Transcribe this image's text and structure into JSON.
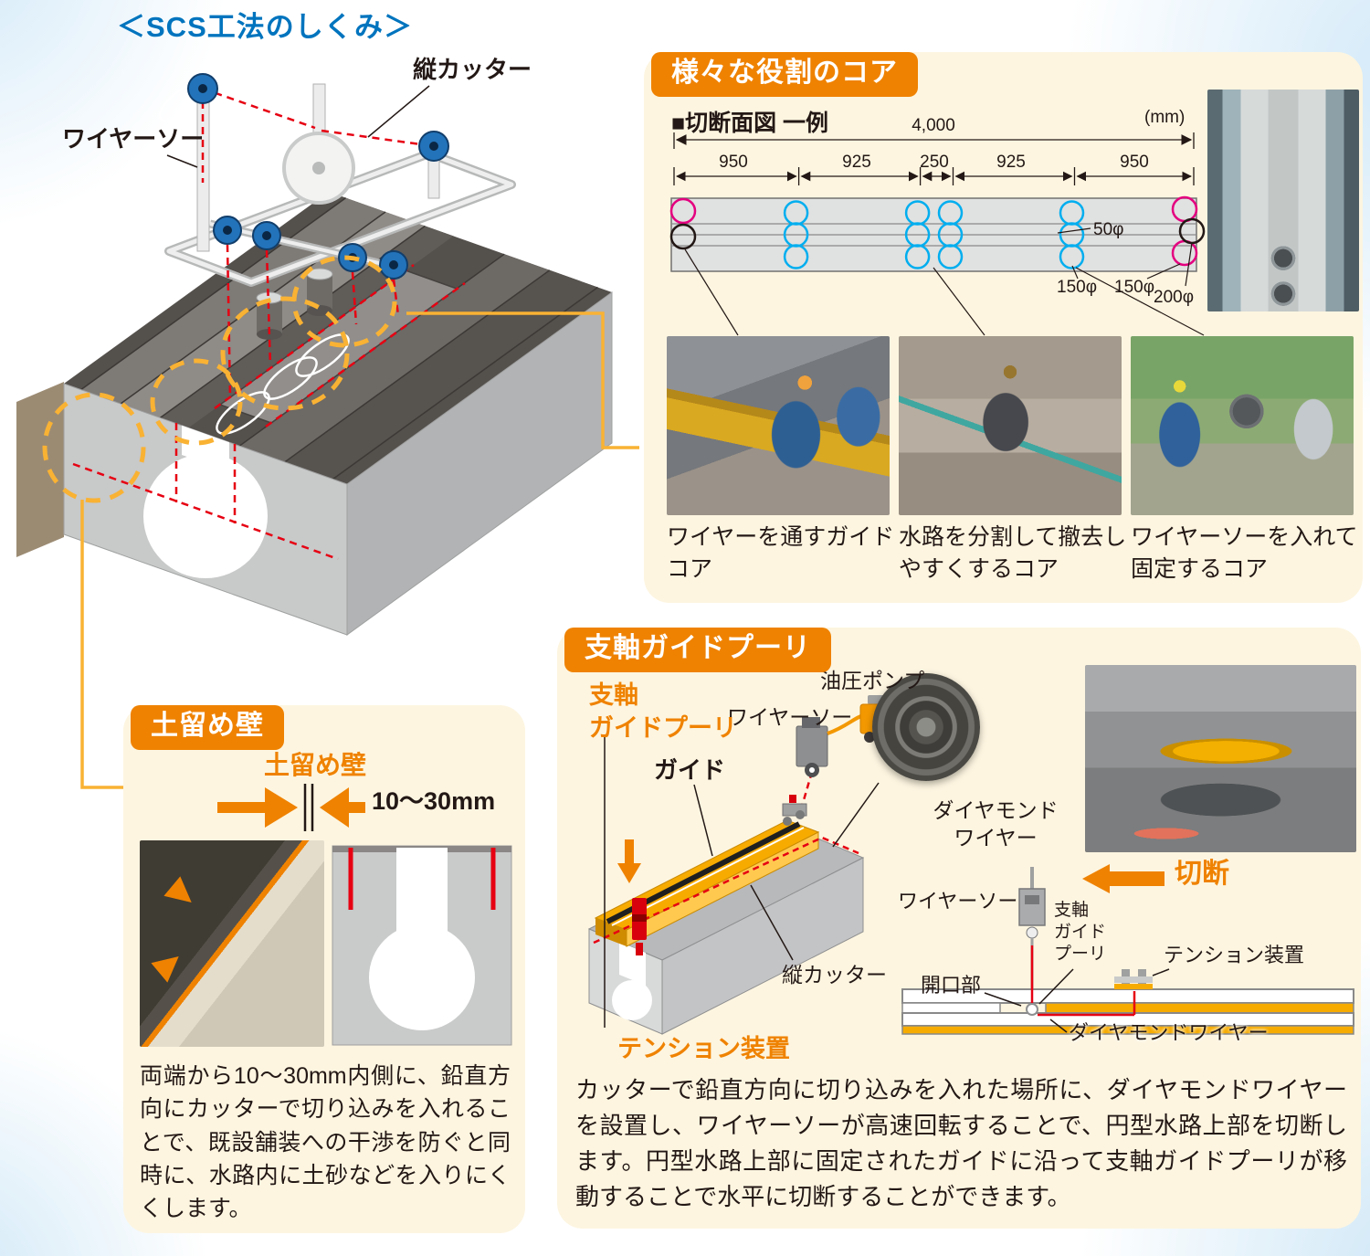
{
  "page": {
    "title": "＜SCS工法のしくみ＞"
  },
  "overview": {
    "label_wire_saw": "ワイヤーソー",
    "label_vertical_cutter": "縦カッター"
  },
  "core_panel": {
    "tab": "様々な役割のコア",
    "section_title": "■切断面図 一例",
    "unit": "(mm)",
    "total_dim": "4,000",
    "dims": [
      "950",
      "925",
      "250",
      "925",
      "950"
    ],
    "dia_labels": [
      "50φ",
      "150φ",
      "150φ",
      "200φ"
    ],
    "captions": [
      "ワイヤーを通すガイドコア",
      "水路を分割して撤去しやすくするコア",
      "ワイヤーソーを入れて固定するコア"
    ]
  },
  "wall_panel": {
    "tab": "土留め壁",
    "label_wall": "土留め壁",
    "label_range": "10〜30mm",
    "body": "両端から10〜30mm内側に、鉛直方向にカッターで切り込みを入れることで、既設舗装への干渉を防ぐと同時に、水路内に土砂などを入りにくくします。"
  },
  "pulley_panel": {
    "tab": "支軸ガイドプーリ",
    "label_shijiku": "支軸\nガイドプーリ",
    "label_guide": "ガイド",
    "label_wire_saw": "ワイヤーソー",
    "label_pump": "油圧ポンプ",
    "label_diamond_wire": "ダイヤモンド\nワイヤー",
    "label_vertical_cutter": "縦カッター",
    "label_tension": "テンション装置",
    "cut": {
      "label_cut": "切断",
      "label_wire_saw": "ワイヤーソー",
      "label_pulley": "支軸\nガイド\nプーリ",
      "label_opening": "開口部",
      "label_tension": "テンション装置",
      "label_diamond_wire": "ダイヤモンドワイヤー"
    },
    "body": "カッターで鉛直方向に切り込みを入れた場所に、ダイヤモンドワイヤーを設置し、ワイヤーソーが高速回転することで、円型水路上部を切断します。円型水路上部に固定されたガイドに沿って支軸ガイドプーリが移動することで水平に切断することができます。"
  },
  "colors": {
    "accent_orange": "#EF8200",
    "panel_cream": "#FDF5E0",
    "title_blue": "#0074BE",
    "wire_red": "#E60012",
    "highlight_yellow": "#F9B233",
    "core_cyan": "#00AEEF",
    "core_magenta": "#E4007F"
  }
}
